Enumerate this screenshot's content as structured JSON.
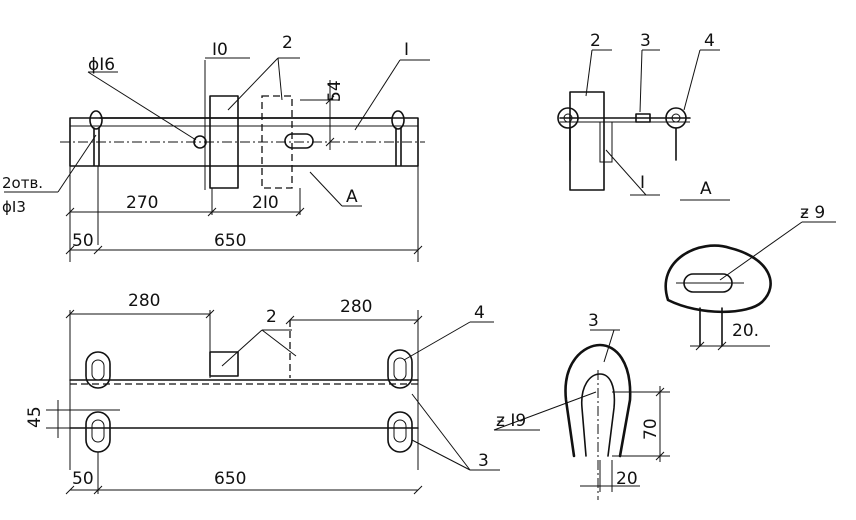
{
  "labels": {
    "dia16": "ϕI6",
    "d10": "I0",
    "item2_top": "2",
    "item1_top": "I",
    "d54": "54",
    "holes_count": "2отв.",
    "holes_dia": "ϕI3",
    "d270": "270",
    "d210": "2I0",
    "viewA_mark": "A",
    "d50_top": "50",
    "d650_top": "650",
    "side2": "2",
    "side3": "3",
    "side4": "4",
    "side1": "I",
    "viewA_title": "A",
    "r9": "ƶ 9",
    "d20_a": "20.",
    "d280_l": "280",
    "d280_r": "280",
    "plan2": "2",
    "plan4": "4",
    "d45": "45",
    "plan3": "3",
    "d50_bot": "50",
    "d650_bot": "650",
    "det3": "3",
    "r19": "ƶ I9",
    "d70": "70",
    "d20_b": "20"
  }
}
